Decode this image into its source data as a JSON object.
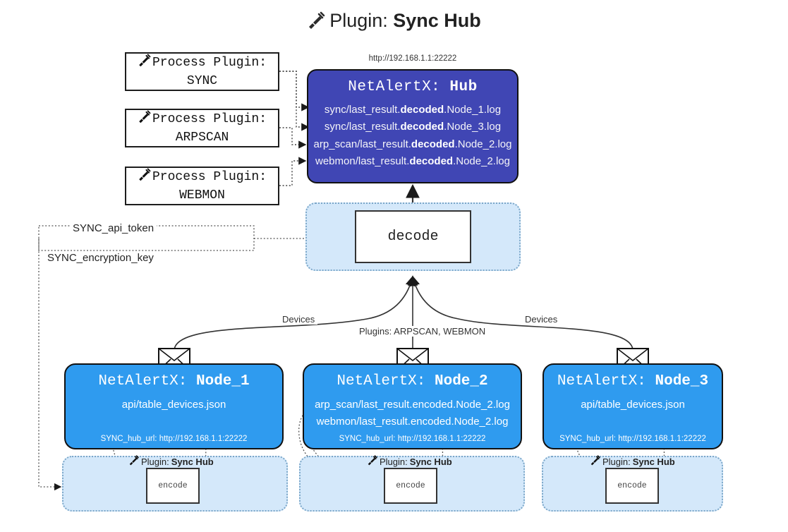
{
  "title": {
    "prefix": "Plugin:",
    "name": "Sync Hub",
    "icon": "plug-icon"
  },
  "process_plugins": [
    {
      "label": "Process Plugin:",
      "name": "SYNC",
      "icon": "plug-icon"
    },
    {
      "label": "Process Plugin:",
      "name": "ARPSCAN",
      "icon": "plug-icon"
    },
    {
      "label": "Process Plugin:",
      "name": "WEBMON",
      "icon": "plug-icon"
    }
  ],
  "hub": {
    "url": "http://192.168.1.1:22222",
    "title_prefix": "NetAlertX:",
    "title_name": "Hub",
    "logs": [
      {
        "pre": "sync/last_result.",
        "mid": "decoded",
        "post": ".Node_1.log"
      },
      {
        "pre": "sync/last_result.",
        "mid": "decoded",
        "post": ".Node_3.log"
      },
      {
        "pre": "arp_scan/last_result.",
        "mid": "decoded",
        "post": ".Node_2.log"
      },
      {
        "pre": "webmon/last_result.",
        "mid": "decoded",
        "post": ".Node_2.log"
      }
    ]
  },
  "decode": {
    "label": "decode"
  },
  "secrets": {
    "api_token": "SYNC_api_token",
    "encryption_key": "SYNC_encryption_key"
  },
  "edges": {
    "devices_left": "Devices",
    "devices_right": "Devices",
    "plugins_center": "Plugins: ARPSCAN, WEBMON"
  },
  "nodes": [
    {
      "title_prefix": "NetAlertX:",
      "title_name": "Node_1",
      "lines": [
        "api/table_devices.json"
      ],
      "footer": "SYNC_hub_url: http://192.168.1.1:22222",
      "envelope_icon": "envelope-icon"
    },
    {
      "title_prefix": "NetAlertX:",
      "title_name": "Node_2",
      "lines": [
        "arp_scan/last_result.encoded.Node_2.log",
        "webmon/last_result.encoded.Node_2.log"
      ],
      "footer": "SYNC_hub_url: http://192.168.1.1:22222",
      "envelope_icon": "envelope-icon"
    },
    {
      "title_prefix": "NetAlertX:",
      "title_name": "Node_3",
      "lines": [
        "api/table_devices.json"
      ],
      "footer": "SYNC_hub_url: http://192.168.1.1:22222",
      "envelope_icon": "envelope-icon"
    }
  ],
  "encoders": [
    {
      "label_prefix": "Plugin:",
      "label_name": "Sync Hub",
      "box": "encode",
      "icon": "plug-icon"
    },
    {
      "label_prefix": "Plugin:",
      "label_name": "Sync Hub",
      "box": "encode",
      "icon": "plug-icon"
    },
    {
      "label_prefix": "Plugin:",
      "label_name": "Sync Hub",
      "box": "encode",
      "icon": "plug-icon"
    }
  ],
  "colors": {
    "hub_fill": "#4046b4",
    "node_fill": "#2f9bef",
    "container_fill": "#d4e8fa",
    "container_border": "#7aa6c8",
    "stroke": "#333333"
  }
}
